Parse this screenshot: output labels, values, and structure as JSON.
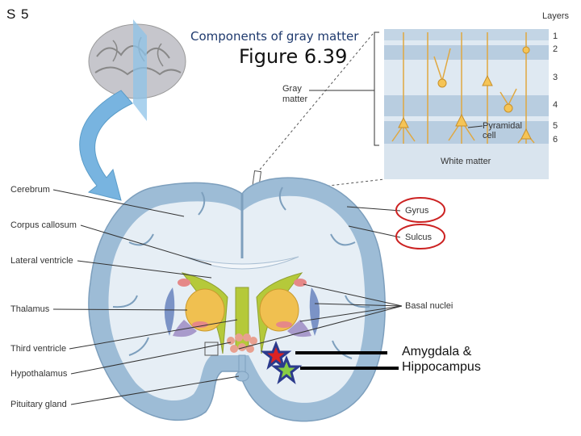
{
  "slide_label": "S 5",
  "subtitle": "Components of gray matter",
  "figure_title": "Figure 6.39",
  "layers": {
    "heading": "Layers",
    "numbers": [
      "1",
      "2",
      "3",
      "4",
      "5",
      "6"
    ]
  },
  "inset": {
    "gray_matter": "Gray matter",
    "pyramidal_cell": "Pyramidal cell",
    "white_matter": "White matter"
  },
  "left_labels": [
    "Cerebrum",
    "Corpus callosum",
    "Lateral ventricle",
    "Thalamus",
    "Third ventricle",
    "Hypothalamus",
    "Pituitary gland"
  ],
  "right_labels": {
    "gyrus": "Gyrus",
    "sulcus": "Sulcus",
    "basal_nuclei": "Basal nuclei"
  },
  "annotation": {
    "text_line1": "Amygdala &",
    "text_line2": "Hippocampus"
  },
  "colors": {
    "cortex": "#9dbcd6",
    "white_matter": "#e6eef5",
    "thalamus": "#f0c050",
    "ventricle": "#b5c93a",
    "basal": "#7b93c6",
    "hypothalamus": "#e8a090",
    "highlight_circle": "#cc2222",
    "star_red": "#dd2222",
    "star_green": "#88cc44",
    "inset_bg": "#c9d9e8"
  }
}
